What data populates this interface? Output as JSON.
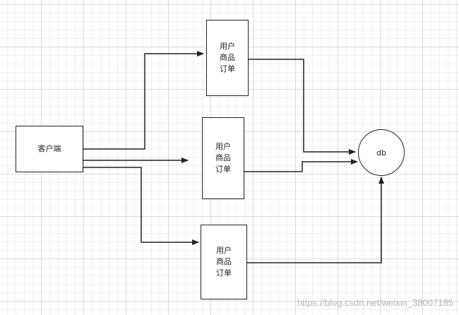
{
  "nodes": {
    "client": {
      "label": "客户端"
    },
    "service_1": {
      "lines": [
        "用户",
        "商品",
        "订单"
      ]
    },
    "service_2": {
      "lines": [
        "用户",
        "商品",
        "订单"
      ]
    },
    "service_3": {
      "lines": [
        "用户",
        "商品",
        "订单"
      ]
    },
    "db": {
      "label": "db"
    }
  },
  "watermark": "https://blog.csdn.net/weixin_38007185",
  "colors": {
    "stroke": "#222222",
    "grid": "#dcdcdc"
  }
}
